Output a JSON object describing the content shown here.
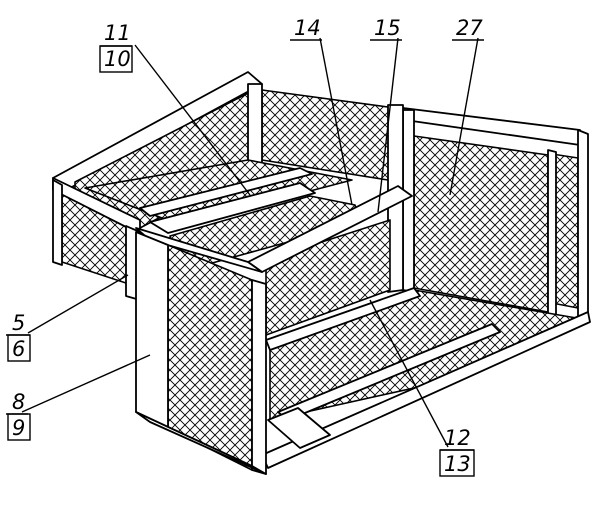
{
  "drawing": {
    "colors": {
      "ink": "#000000",
      "paper": "#ffffff"
    },
    "labels": {
      "l11": "11",
      "l10": "10",
      "l14": "14",
      "l15": "15",
      "l27": "27",
      "l5": "5",
      "l6": "6",
      "l8": "8",
      "l9": "9",
      "l12": "12",
      "l13": "13"
    }
  }
}
